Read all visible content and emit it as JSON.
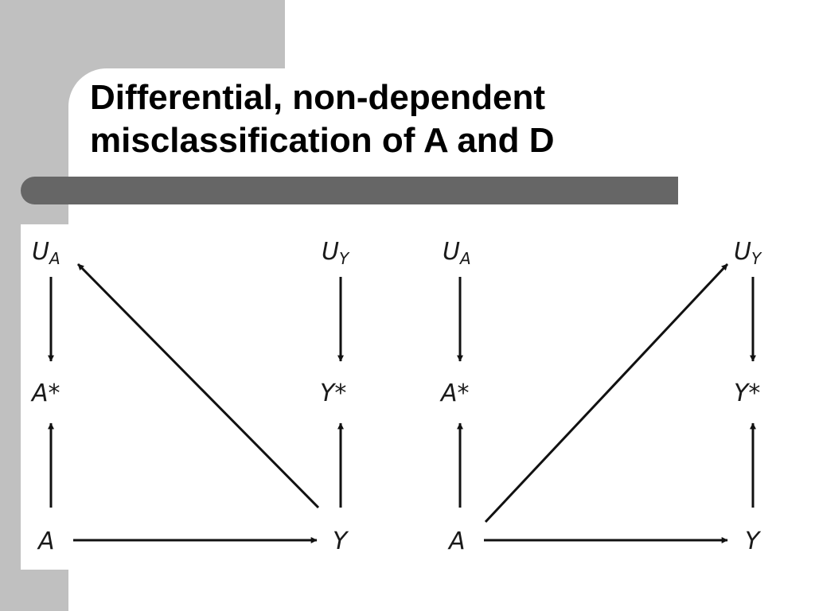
{
  "slide": {
    "title_lines": [
      "Differential, non-dependent",
      "misclassification of A and D"
    ],
    "colors": {
      "side_panel": "#c0c0c0",
      "divider": "#666666",
      "text": "#000000"
    }
  },
  "diagrams": [
    {
      "nodes": {
        "UA": {
          "main": "U",
          "sub": "A"
        },
        "UY": {
          "main": "U",
          "sub": "Y"
        },
        "Astar": {
          "main": "A*"
        },
        "Ystar": {
          "main": "Y*"
        },
        "A": {
          "main": "A"
        },
        "Y": {
          "main": "Y"
        }
      },
      "edges": [
        [
          "UA",
          "Astar"
        ],
        [
          "A",
          "Astar"
        ],
        [
          "A",
          "Y"
        ],
        [
          "Y",
          "Ystar"
        ],
        [
          "UY",
          "Ystar"
        ],
        [
          "Y",
          "UA"
        ]
      ]
    },
    {
      "nodes": {
        "UA": {
          "main": "U",
          "sub": "A"
        },
        "UY": {
          "main": "U",
          "sub": "Y"
        },
        "Astar": {
          "main": "A*"
        },
        "Ystar": {
          "main": "Y*"
        },
        "A": {
          "main": "A"
        },
        "Y": {
          "main": "Y"
        }
      },
      "edges": [
        [
          "UA",
          "Astar"
        ],
        [
          "A",
          "Astar"
        ],
        [
          "A",
          "Y"
        ],
        [
          "Y",
          "Ystar"
        ],
        [
          "UY",
          "Ystar"
        ],
        [
          "A",
          "UY"
        ]
      ]
    }
  ]
}
